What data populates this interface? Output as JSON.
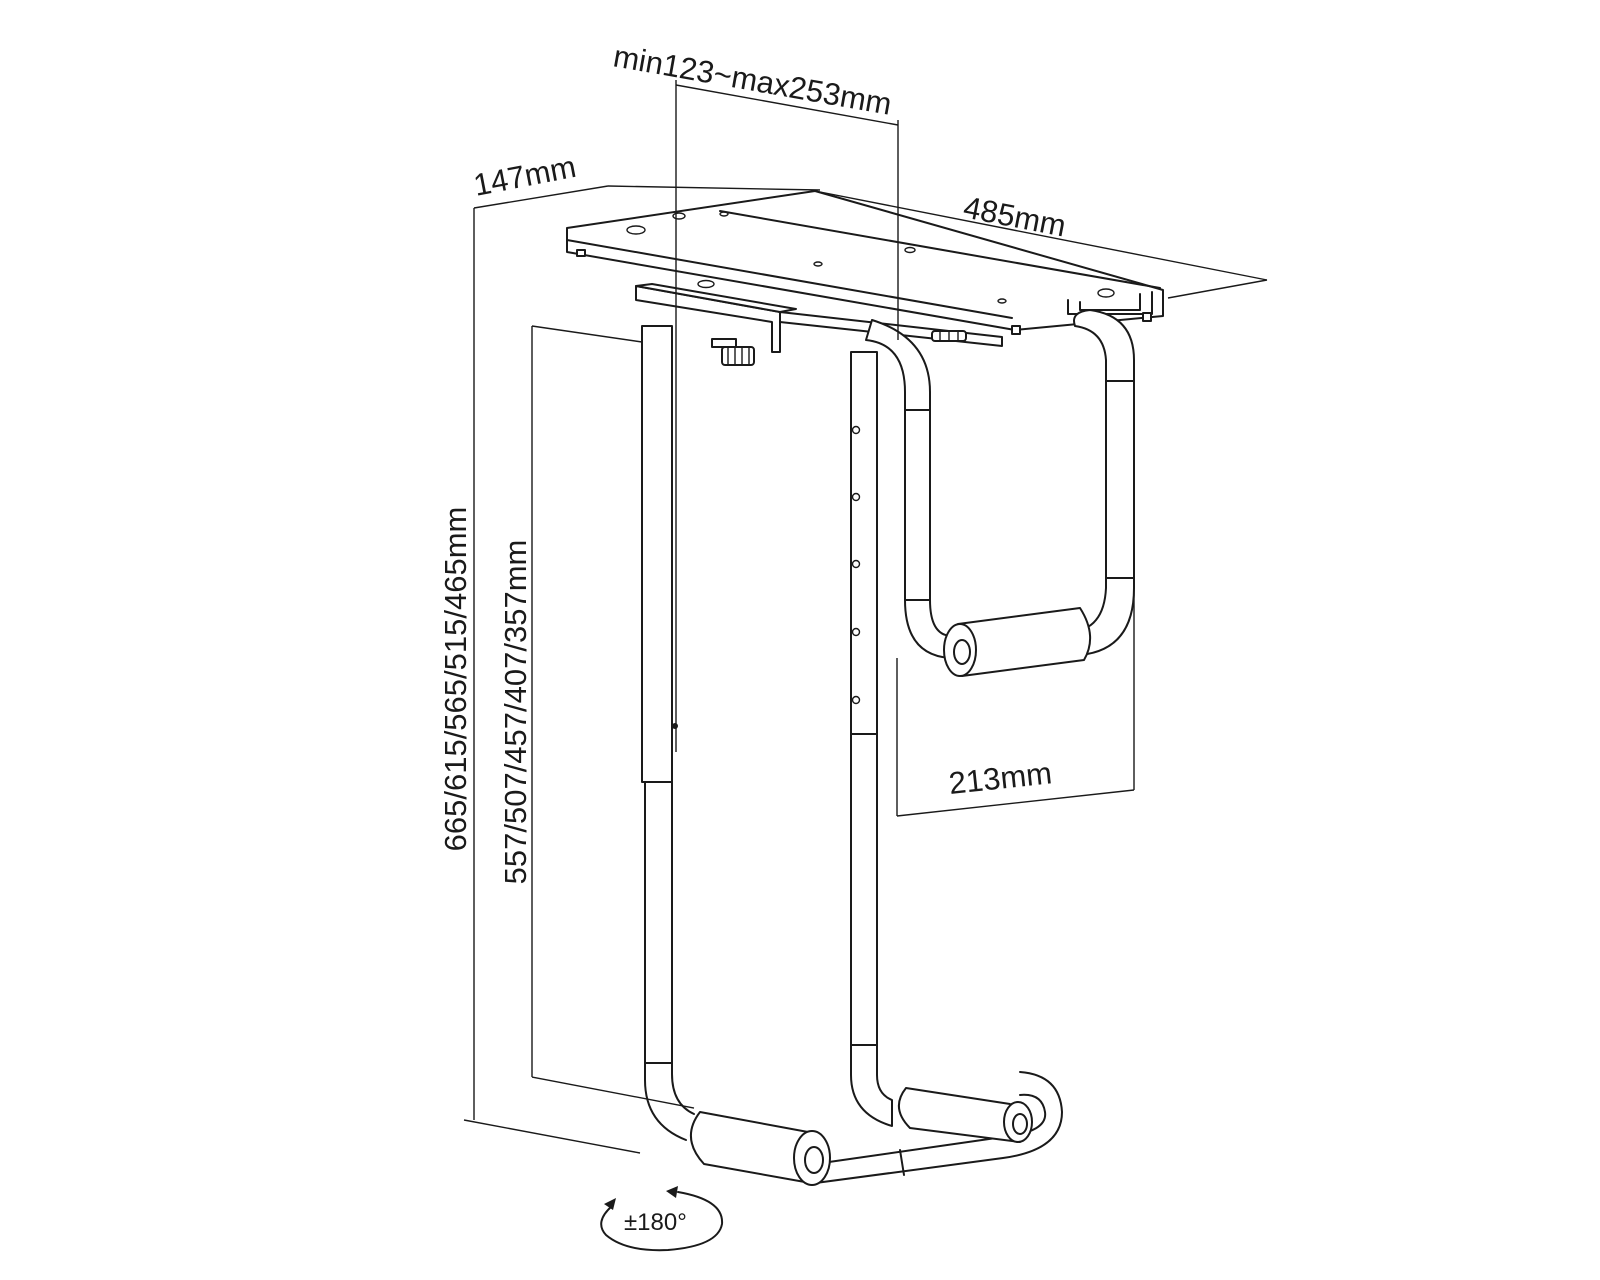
{
  "dimensions": {
    "width_min_max": "min123~max253mm",
    "depth": "147mm",
    "length": "485mm",
    "holder_width": "213mm",
    "total_height": "665/615/565/515/465mm",
    "inner_height": "557/507/457/407/357mm"
  },
  "rotation": {
    "label": "±180°"
  }
}
